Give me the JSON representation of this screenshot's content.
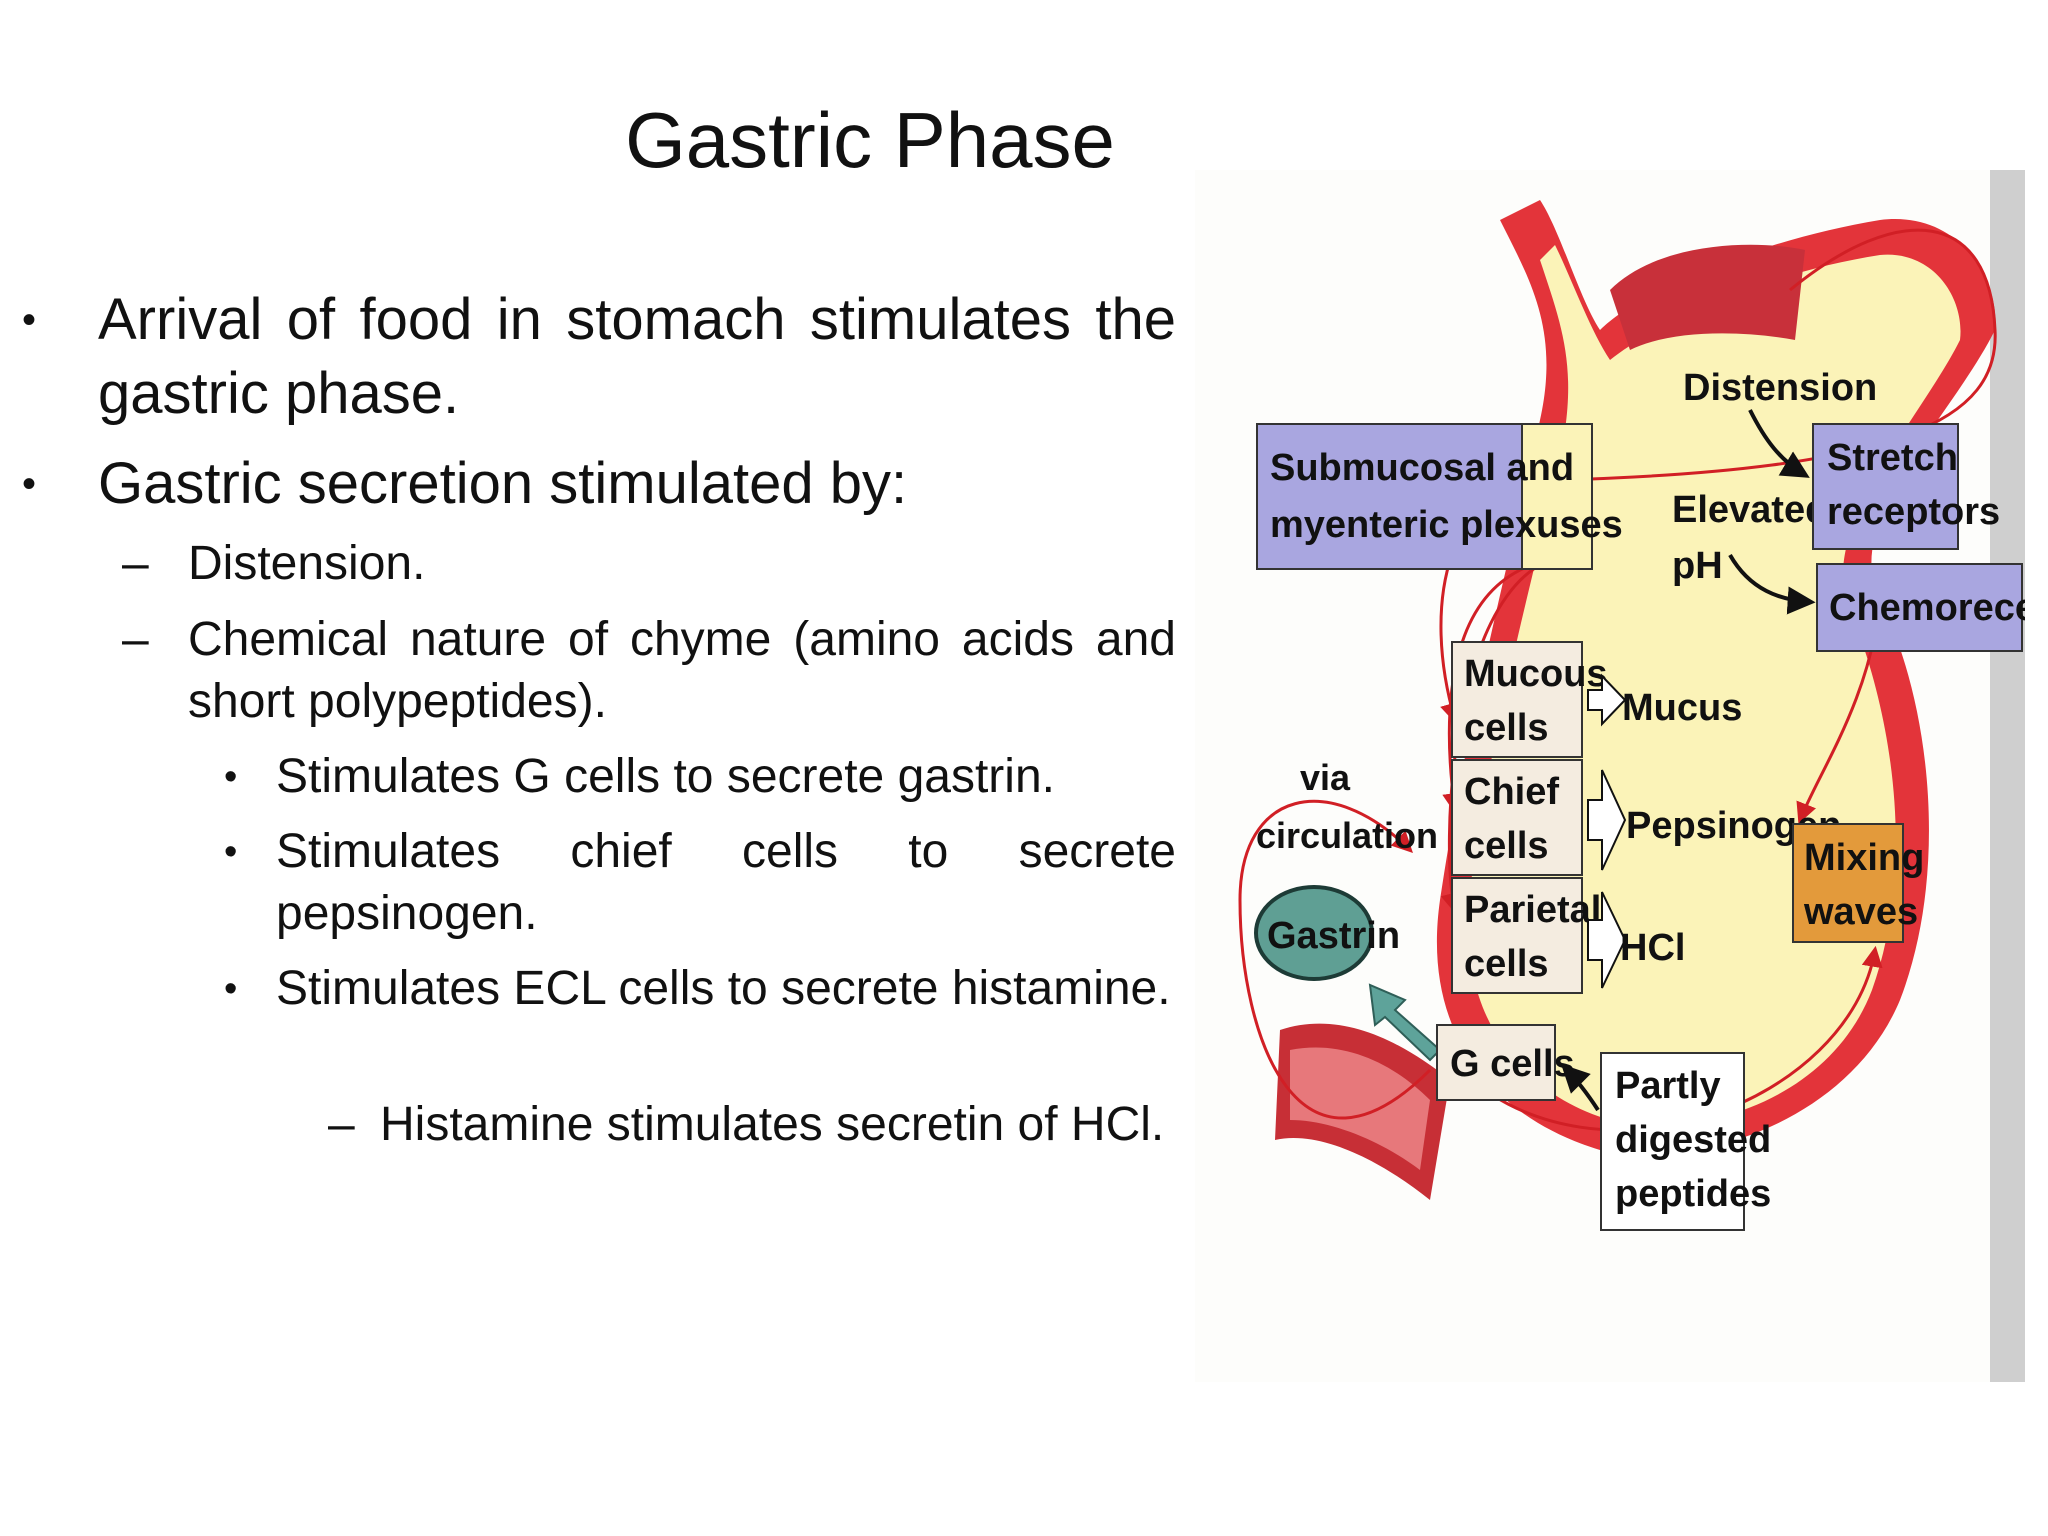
{
  "slide": {
    "title": "Gastric Phase",
    "bullets": [
      {
        "text": "Arrival of food in stomach stimulates the gastric phase."
      },
      {
        "text": "Gastric secretion stimulated by:"
      }
    ],
    "sub_items": [
      {
        "text": "Distension."
      },
      {
        "text": "Chemical nature of chyme (amino acids and short polypeptides)."
      }
    ],
    "sub_sub_items": [
      {
        "text": "Stimulates G cells to secrete gastrin."
      },
      {
        "text": "Stimulates chief cells to secrete pepsinogen."
      },
      {
        "text": "Stimulates ECL cells to secrete histamine."
      }
    ],
    "deep_item": {
      "text": "Histamine stimulates secretin of HCl."
    },
    "markers": {
      "bullet": "•",
      "dash": "–"
    }
  },
  "diagram": {
    "labels": {
      "distension": "Distension",
      "plexus_line1": "Submucosal and",
      "plexus_line2": "myenteric plexuses",
      "stretch_line1": "Stretch",
      "stretch_line2": "receptors",
      "elevated_line1": "Elevated",
      "elevated_line2": "pH",
      "chemoreceptors": "Chemoreceptors",
      "mucous_line1": "Mucous",
      "mucous_line2": "cells",
      "mucus": "Mucus",
      "chief_line1": "Chief",
      "chief_line2": "cells",
      "pepsinogen": "Pepsinogen",
      "parietal_line1": "Parietal",
      "parietal_line2": "cells",
      "hcl": "HCl",
      "via_line1": "via",
      "via_line2": "circulation",
      "gastrin": "Gastrin",
      "mixing_line1": "Mixing",
      "mixing_line2": "waves",
      "gcells": "G cells",
      "peptides_line1": "Partly",
      "peptides_line2": "digested",
      "peptides_line3": "peptides"
    },
    "colors": {
      "stomach_fill": "#fbf3b8",
      "wall": "#e3343a",
      "wall_inner": "#f6c1c1",
      "blue_box": "#a9a6e0",
      "orange_box": "#e39a3b",
      "cell_box": "#f4ece0",
      "gastrin_oval": "#5f9f94",
      "arrow_teal": "#5ea39a",
      "nerve": "#d11f25"
    }
  }
}
